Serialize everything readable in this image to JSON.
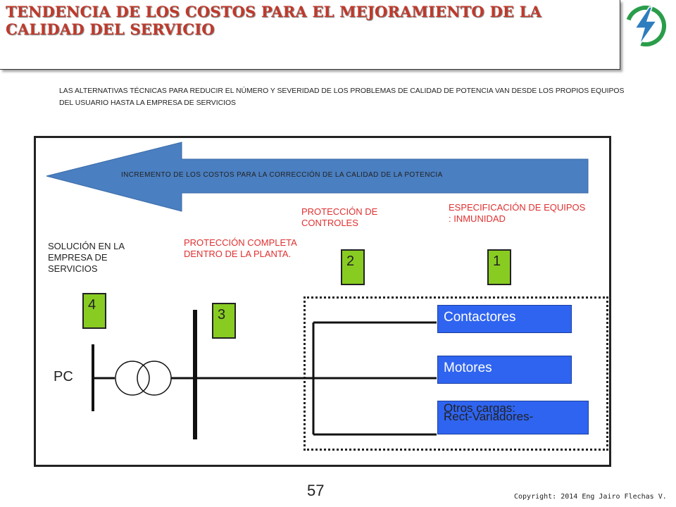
{
  "header": {
    "title": "TENDENCIA DE LOS COSTOS PARA EL MEJORAMIENTO DE LA CALIDAD DEL SERVICIO",
    "logo_icon": "lightning-bolt-icon"
  },
  "intro": "LAS ALTERNATIVAS TÉCNICAS PARA REDUCIR EL NÚMERO Y SEVERIDAD DE LOS PROBLEMAS DE CALIDAD DE POTENCIA VAN DESDE LOS PROPIOS EQUIPOS DEL USUARIO HASTA LA EMPRESA DE SERVICIOS",
  "diagram": {
    "arrow_label": "INCREMENTO DE LOS COSTOS PARA LA CORRECCIÓN DE LA CALIDAD DE LA POTENCIA",
    "levels": [
      {
        "number": "4",
        "label": "SOLUCIÓN EN LA EMPRESA DE SERVICIOS"
      },
      {
        "number": "3",
        "label": "PROTECCIÓN COMPLETA DENTRO DE LA PLANTA."
      },
      {
        "number": "2",
        "label": "PROTECCIÓN DE CONTROLES"
      },
      {
        "number": "1",
        "label": "ESPECIFICACIÓN DE EQUIPOS : INMUNIDAD"
      }
    ],
    "loads": [
      "Contactores",
      "Motores",
      "Otros cargas:",
      "Rect-Variadores-"
    ],
    "pc_label": "PC"
  },
  "footer": {
    "page_number": "57",
    "copyright": "Copyright: 2014 Eng Jairo Flechas V."
  },
  "colors": {
    "title": "#c0392b",
    "arrow": "#4a7fc1",
    "level_box": "#88cc22",
    "load_box": "#2f64f0",
    "red_label": "#e03030"
  }
}
